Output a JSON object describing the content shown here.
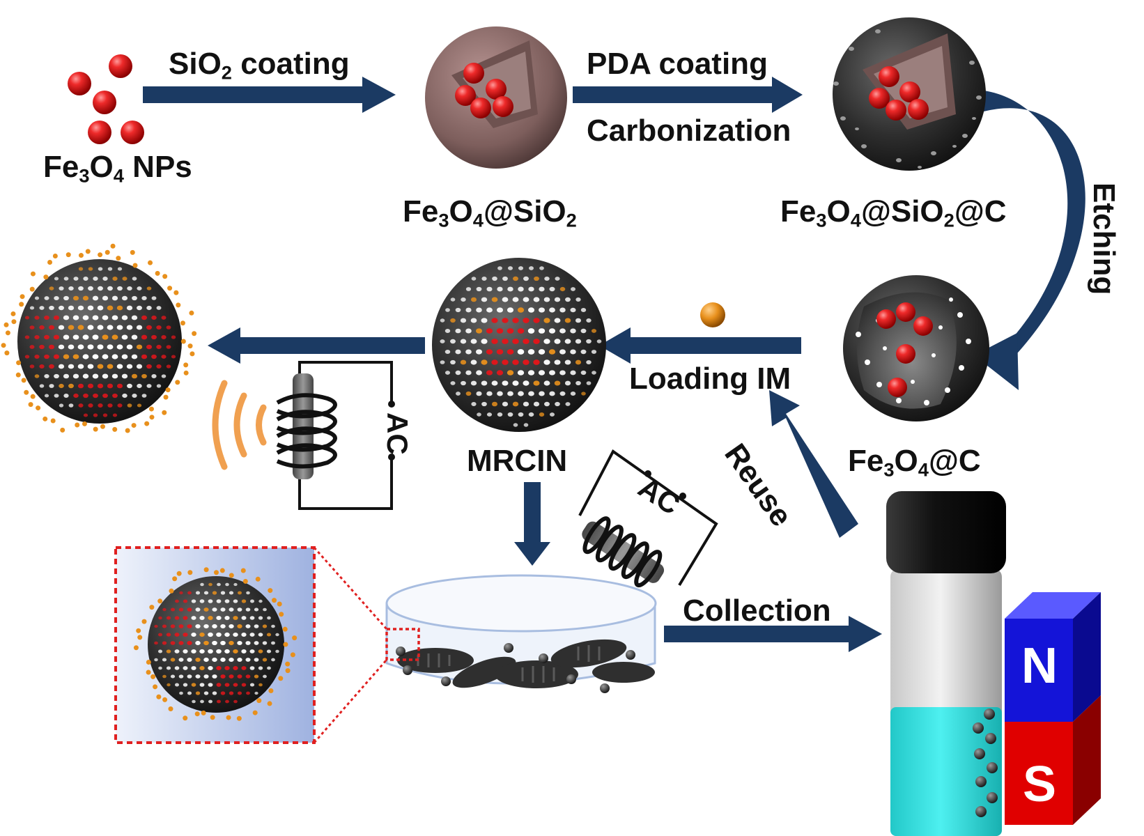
{
  "labels": {
    "fe3o4_nps": {
      "pre": "Fe",
      "s1": "3",
      "mid": "O",
      "s2": "4",
      "post": " NPs"
    },
    "sio2_coating": {
      "pre": "SiO",
      "s1": "2",
      "post": " coating"
    },
    "pda_coating": "PDA coating",
    "carbonization": "Carbonization",
    "fe3o4_sio2": {
      "pre": "Fe",
      "s1": "3",
      "mid": "O",
      "s2": "4",
      "mid2": "@SiO",
      "s3": "2"
    },
    "fe3o4_sio2_c": {
      "pre": "Fe",
      "s1": "3",
      "mid": "O",
      "s2": "4",
      "mid2": "@SiO",
      "s3": "2",
      "post": "@C"
    },
    "etching": "Etching",
    "loading_im": "Loading IM",
    "fe3o4_c": {
      "pre": "Fe",
      "s1": "3",
      "mid": "O",
      "s2": "4",
      "post": "@C"
    },
    "mrcin": "MRCIN",
    "reuse": "Reuse",
    "collection": "Collection",
    "ac_left": "AC",
    "ac_right": "AC",
    "magnet_n": "N",
    "magnet_s": "S"
  },
  "colors": {
    "arrow": "#1b3a63",
    "nanoparticle": "#e0161b",
    "drug_particle": "#e8901c",
    "shell_pink": "#8a6a68",
    "carbon_shell": "#3a3a3a",
    "rf_wave": "#f0a050",
    "magnet_north": "#1414d8",
    "magnet_south": "#e00000",
    "liquid": "#2fe0e0",
    "zoom_box": "#e02020"
  }
}
